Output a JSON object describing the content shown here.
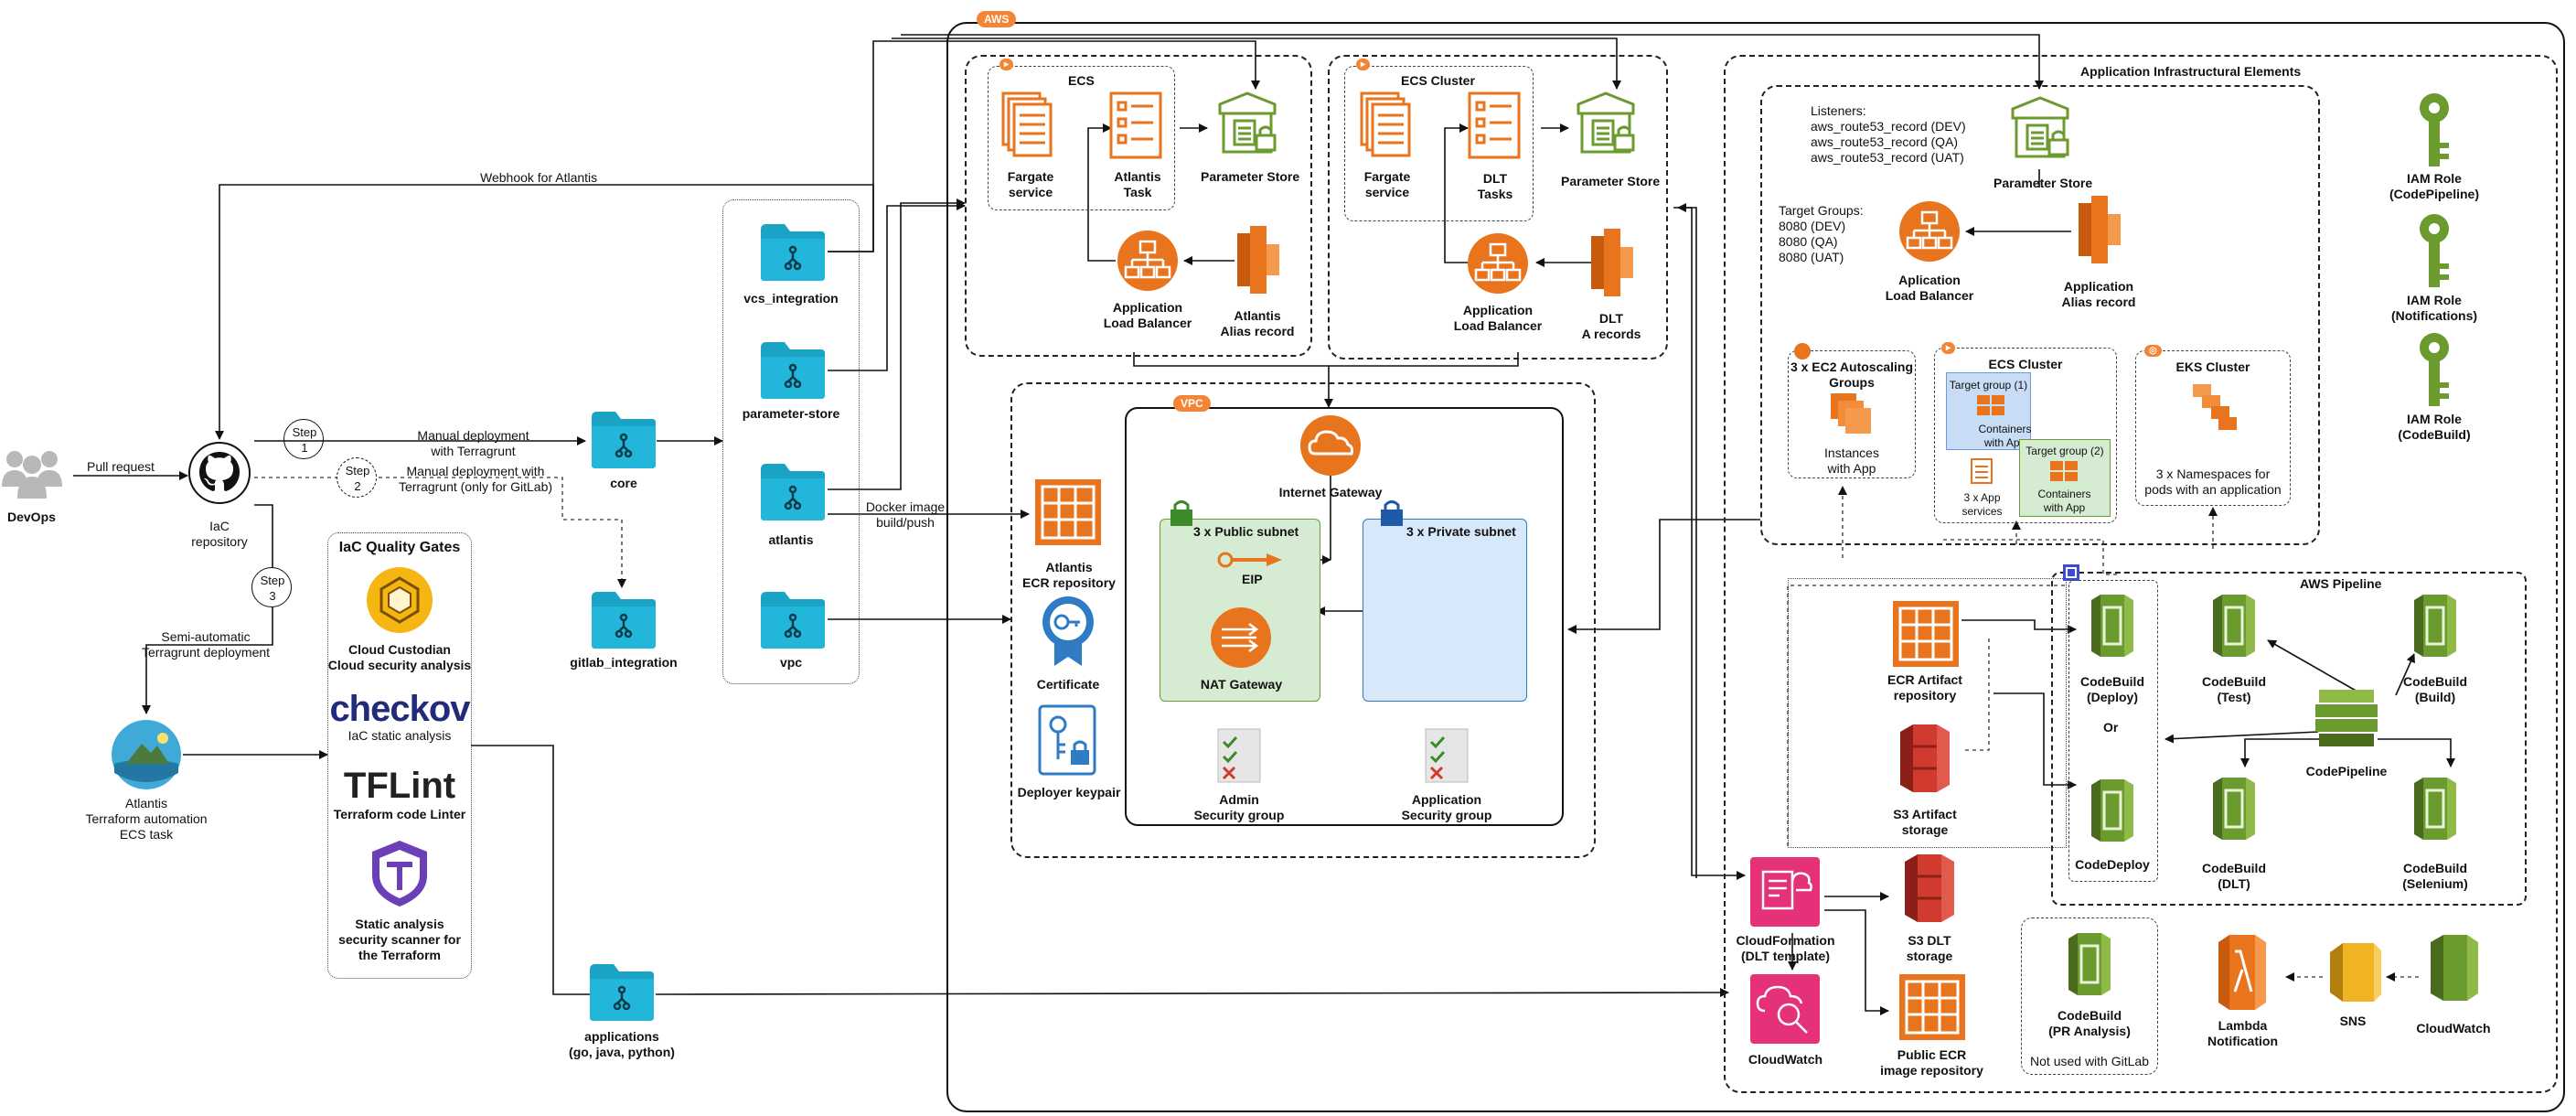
{
  "devops": {
    "label": "DevOps"
  },
  "repo": {
    "label_line1": "IaC",
    "label_line2": "repository"
  },
  "edges": {
    "pull_request": "Pull request",
    "webhook": "Webhook for Atlantis",
    "manual_deploy_1": "Manual deployment",
    "manual_deploy_2": "with Terragrunt",
    "manual_gitlab_1": "Manual deployment with",
    "manual_gitlab_2": "Terragrunt (only for GitLab)",
    "semi_auto_1": "Semi-automatic",
    "semi_auto_2": "Terragrunt deployment",
    "docker_push_1": "Docker image",
    "docker_push_2": "build/push"
  },
  "steps": {
    "step1_a": "Step",
    "step1_b": "1",
    "step2_a": "Step",
    "step2_b": "2",
    "step3_a": "Step",
    "step3_b": "3"
  },
  "folders": {
    "core": "core",
    "gitlab_integration": "gitlab_integration",
    "vcs_integration": "vcs_integration",
    "parameter_store": "parameter-store",
    "atlantis": "atlantis",
    "vpc": "vpc",
    "applications_1": "applications",
    "applications_2": "(go, java, python)"
  },
  "atlantis_task": {
    "line1": "Atlantis",
    "line2": "Terraform automation",
    "line3": "ECS task"
  },
  "quality_gates": {
    "title": "IaC Quality Gates",
    "custodian_1": "Cloud Custodian",
    "custodian_2": "Cloud security analysis",
    "checkov_logo": "checkov",
    "checkov_desc": "IaC static analysis",
    "tflint_logo": "TFLint",
    "tflint_desc": "Terraform code Linter",
    "tfsec_1": "Static analysis",
    "tfsec_2": "security scanner for",
    "tfsec_3": "the Terraform"
  },
  "aws": {
    "badge": "AWS"
  },
  "ecs1": {
    "title": "ECS",
    "fargate_1": "Fargate",
    "fargate_2": "service",
    "task_1": "Atlantis",
    "task_2": "Task",
    "param": "Parameter Store",
    "alb_1": "Application",
    "alb_2": "Load Balancer",
    "alias_1": "Atlantis",
    "alias_2": "Alias record"
  },
  "ecs2": {
    "title": "ECS Cluster",
    "fargate_1": "Fargate",
    "fargate_2": "service",
    "task_1": "DLT",
    "task_2": "Tasks",
    "param": "Parameter Store",
    "alb_1": "Application",
    "alb_2": "Load Balancer",
    "arec_1": "DLT",
    "arec_2": "A records"
  },
  "vpc": {
    "badge": "VPC",
    "igw": "Internet Gateway",
    "public": "3 x Public subnet",
    "private": "3 x Private subnet",
    "eip": "EIP",
    "nat": "NAT Gateway",
    "admin_sg_1": "Admin",
    "admin_sg_2": "Security group",
    "app_sg_1": "Application",
    "app_sg_2": "Security group"
  },
  "left_res": {
    "ecr_1": "Atlantis",
    "ecr_2": "ECR repository",
    "cert": "Certificate",
    "keypair": "Deployer keypair"
  },
  "app_infra": {
    "title": "Application Infrastructural Elements",
    "listeners": "Listeners:",
    "l_dev": "aws_route53_record (DEV)",
    "l_qa": "aws_route53_record (QA)",
    "l_uat": "aws_route53_record (UAT)",
    "param": "Parameter Store",
    "tg_title": "Target Groups:",
    "tg_dev": "8080 (DEV)",
    "tg_qa": "8080 (QA)",
    "tg_uat": "8080 (UAT)",
    "alb_1": "Aplication",
    "alb_2": "Load Balancer",
    "alias_1": "Application",
    "alias_2": "Alias record",
    "asg_1": "3 x EC2 Autoscaling",
    "asg_2": "Groups",
    "asg_inst_1": "Instances",
    "asg_inst_2": "with App",
    "ecs_title": "ECS Cluster",
    "tg1": "Target group (1)",
    "tg2": "Target group (2)",
    "cont_1": "Containers",
    "cont_2": "with App",
    "svc_1": "3 x App",
    "svc_2": "services",
    "eks_title": "EKS Cluster",
    "eks_ns_1": "3 x Namespaces for",
    "eks_ns_2": "pods with an application"
  },
  "iam": {
    "r1_1": "IAM Role",
    "r1_2": "(CodePipeline)",
    "r2_1": "IAM Role",
    "r2_2": "(Notifications)",
    "r3_1": "IAM Role",
    "r3_2": "(CodeBuild)"
  },
  "pipeline": {
    "title": "AWS Pipeline",
    "ecr_1": "ECR Artifact",
    "ecr_2": "repository",
    "s3_1": "S3 Artifact",
    "s3_2": "storage",
    "cb_deploy_1": "CodeBuild",
    "cb_deploy_2": "(Deploy)",
    "or": "Or",
    "codedeploy": "CodeDeploy",
    "cb_test_1": "CodeBuild",
    "cb_test_2": "(Test)",
    "cb_build_1": "CodeBuild",
    "cb_build_2": "(Build)",
    "codepipeline": "CodePipeline",
    "cb_dlt_1": "CodeBuild",
    "cb_dlt_2": "(DLT)",
    "cb_sel_1": "CodeBuild",
    "cb_sel_2": "(Selenium)"
  },
  "bottom": {
    "cf_1": "CloudFormation",
    "cf_2": "(DLT template)",
    "s3dlt_1": "S3 DLT",
    "s3dlt_2": "storage",
    "cw": "CloudWatch",
    "ecr_1": "Public ECR",
    "ecr_2": "image repository",
    "cb_pr_1": "CodeBuild",
    "cb_pr_2": "(PR Analysis)",
    "not_gitlab": "Not used with GitLab",
    "lambda_1": "Lambda",
    "lambda_2": "Notification",
    "sns": "SNS",
    "cw2": "CloudWatch"
  },
  "colors": {
    "orange": "#e8741e",
    "folder": "#1ba3c6",
    "green": "#6b9a2f",
    "red": "#d13b2f",
    "pink": "#e5317a",
    "subnet_public": "#d6ecd2",
    "subnet_private": "#d8e8fb"
  }
}
